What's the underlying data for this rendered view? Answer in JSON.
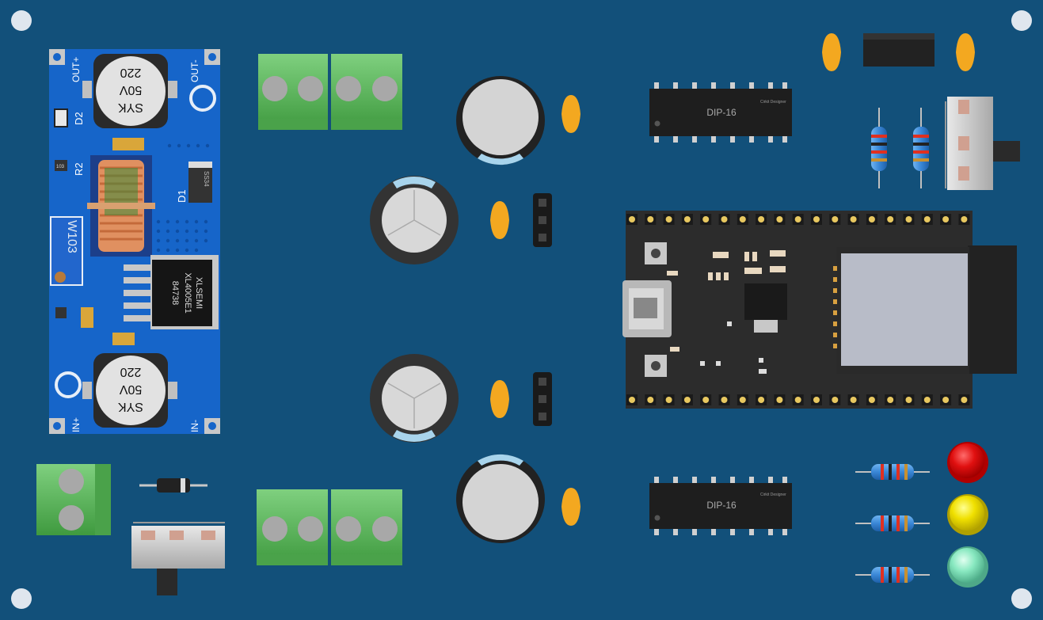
{
  "colors": {
    "board": "#12507a",
    "buck_module": "#1665c9",
    "terminal_green": "#5cb85c",
    "chip_black": "#222222",
    "cap_orange": "#f3a820",
    "led_red": "#e01010",
    "led_yellow": "#f0e000",
    "led_mint": "#88e8c0"
  },
  "buck": {
    "out_plus": "OUT+",
    "out_minus": "OUT-",
    "in_plus": "IN+",
    "in_minus": "IN-",
    "d2": "D2",
    "r2": "R2",
    "d1": "D1",
    "pot": "W103",
    "ic_line1": "XLSEMI",
    "ic_line2": "XL4005E1",
    "ic_line3": "84738",
    "cap_line1": "SYK",
    "cap_line2": "50V",
    "cap_line3": "220",
    "diode_code": "SS34",
    "r_code": "103"
  },
  "dip_top": {
    "label": "DIP-16",
    "brand": "Cirkit Designer"
  },
  "dip_bottom": {
    "label": "DIP-16",
    "brand": "Cirkit Designer"
  }
}
